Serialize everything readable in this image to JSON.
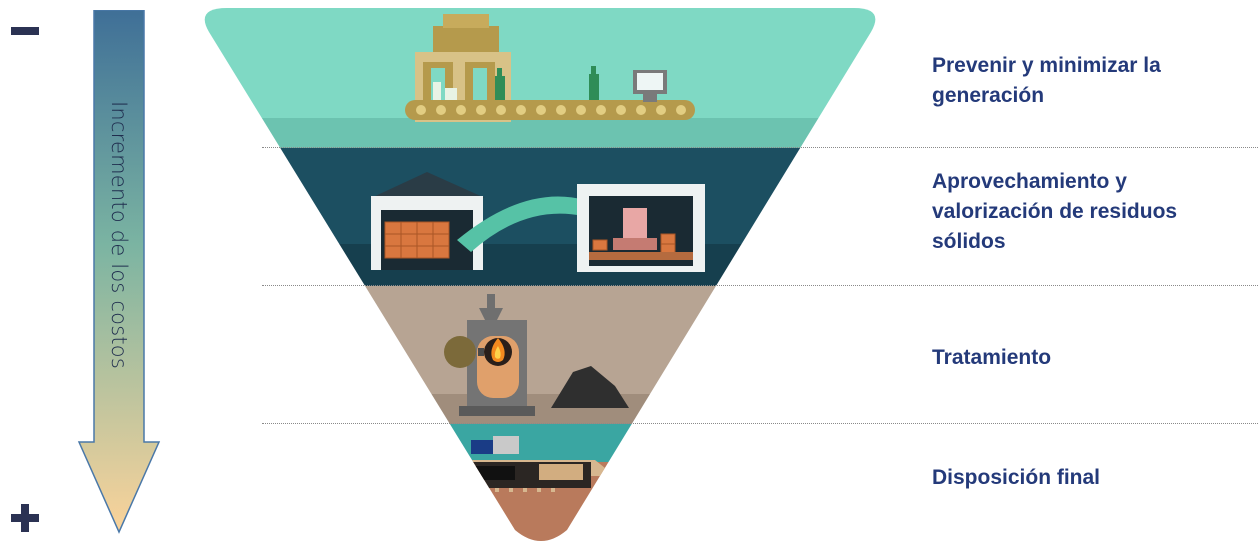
{
  "arrow": {
    "label": "Incremento de los costos",
    "top_symbol": "minus-icon",
    "bottom_symbol": "plus-icon",
    "colors": {
      "top": "#3f6f97",
      "bottom": "#fbd39a",
      "border": "#4a78a8"
    }
  },
  "levels": [
    {
      "label": "Prevenir y minimizar la generación",
      "color": "#7fd9c4"
    },
    {
      "label": "Aprovechamiento y valorización de residuos sólidos",
      "color": "#1c4f61"
    },
    {
      "label": "Tratamiento",
      "color": "#b7a493"
    },
    {
      "label": "Disposición final",
      "color": "#b97a5c"
    }
  ],
  "colors": {
    "text": "#243a7a",
    "symbols": "#2b3253"
  }
}
